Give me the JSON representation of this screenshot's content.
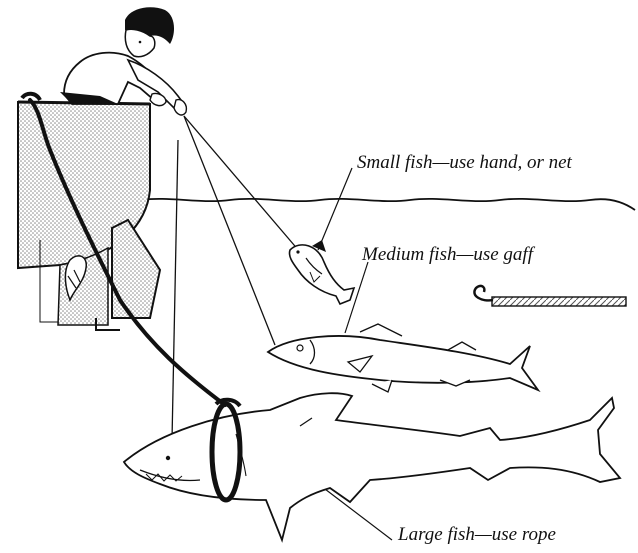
{
  "labels": {
    "small_fish": "Small fish—use hand, or net",
    "medium_fish": "Medium fish—use gaff",
    "large_fish": "Large fish—use rope"
  },
  "colors": {
    "ink": "#111111",
    "boat_shading": "#9a9a9a",
    "background": "#ffffff"
  },
  "icons": [
    "person-icon",
    "boat-icon",
    "outboard-motor-icon",
    "small-fish-icon",
    "medium-fish-icon",
    "shark-icon",
    "gaff-hook-icon",
    "rope-loop-icon"
  ]
}
